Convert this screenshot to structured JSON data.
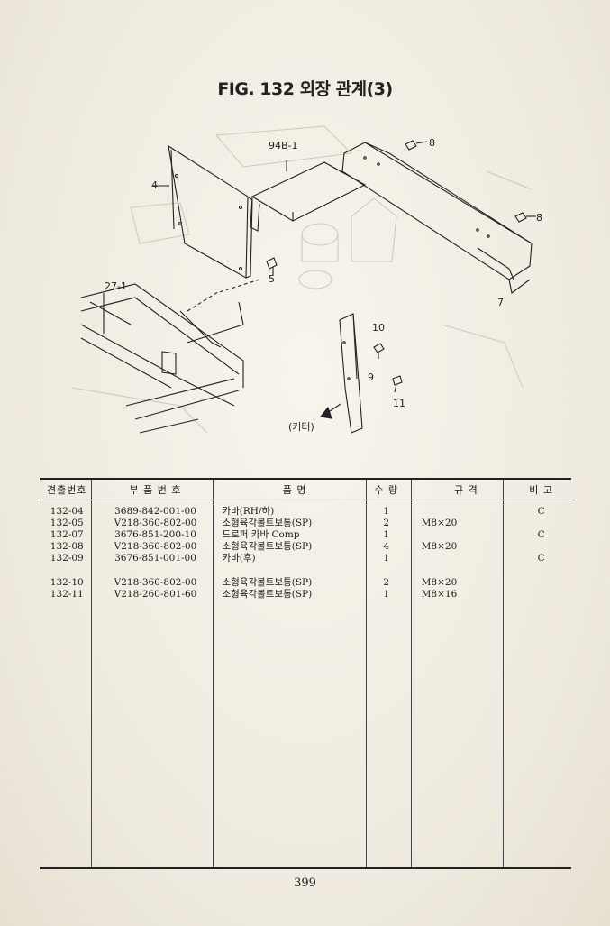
{
  "title": "FIG. 132 외장 관계(3)",
  "callouts": {
    "c94b1": "94B-1",
    "c4": "4",
    "c5": "5",
    "c8a": "8",
    "c8b": "8",
    "c7": "7",
    "c27_1": "27-1",
    "c10": "10",
    "c9": "9",
    "c11": "11",
    "cutter": "(커터)"
  },
  "table": {
    "headers": [
      "견출번호",
      "부 품 번 호",
      "품 명",
      "수 량",
      "규 격",
      "비 고"
    ],
    "rows": [
      {
        "ref": "132-04",
        "part": "3689-842-001-00",
        "name": "카바(RH/하)",
        "qty": "1",
        "spec": "",
        "note": "C"
      },
      {
        "ref": "132-05",
        "part": "V218-360-802-00",
        "name": "소형육각볼트보통(SP)",
        "qty": "2",
        "spec": "M8×20",
        "note": ""
      },
      {
        "ref": "132-07",
        "part": "3676-851-200-10",
        "name": "드로퍼 카바 Comp",
        "qty": "1",
        "spec": "",
        "note": "C"
      },
      {
        "ref": "132-08",
        "part": "V218-360-802-00",
        "name": "소형육각볼트보통(SP)",
        "qty": "4",
        "spec": "M8×20",
        "note": ""
      },
      {
        "ref": "132-09",
        "part": "3676-851-001-00",
        "name": "카바(후)",
        "qty": "1",
        "spec": "",
        "note": "C"
      },
      {
        "ref": "",
        "part": "",
        "name": "",
        "qty": "",
        "spec": "",
        "note": ""
      },
      {
        "ref": "132-10",
        "part": "V218-360-802-00",
        "name": "소형육각볼트보통(SP)",
        "qty": "2",
        "spec": "M8×20",
        "note": ""
      },
      {
        "ref": "132-11",
        "part": "V218-260-801-60",
        "name": "소형육각볼트보통(SP)",
        "qty": "1",
        "spec": "M8×16",
        "note": ""
      }
    ]
  },
  "page_number": "399"
}
